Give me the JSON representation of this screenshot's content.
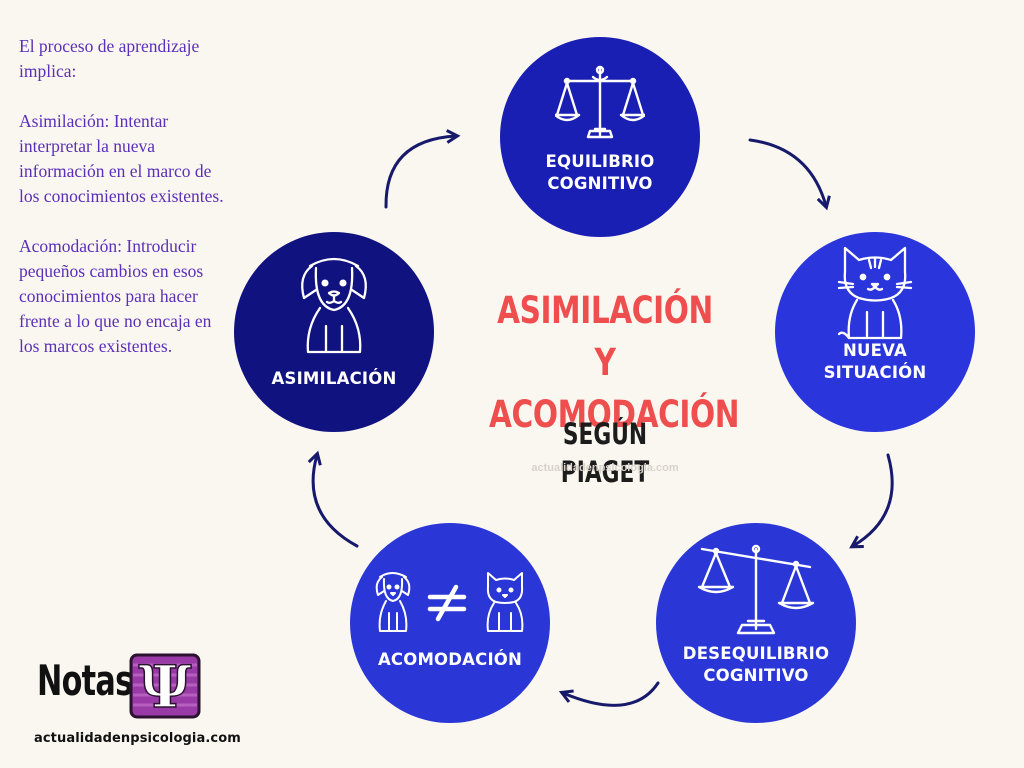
{
  "side_text": {
    "intro": "El proceso de aprendizaje implica:",
    "asimilacion": "Asimilación: Intentar interpretar la nueva información en el marco de los conocimientos existentes.",
    "acomodacion": "Acomodación: Introducir pequeños cambios en esos conocimientos para hacer frente a lo que no encaja en los marcos existentes."
  },
  "title": {
    "line1": "ASIMILACIÓN Y",
    "line2": "ACOMODACIÓN",
    "subtitle": "SEGÚN PIAGET",
    "watermark": "actualidadenpsicologia.com"
  },
  "nodes": {
    "equilibrio": {
      "line1": "EQUILIBRIO",
      "line2": "COGNITIVO",
      "icon": "balanced-scale-icon",
      "color": "#1a1fb3"
    },
    "nueva": {
      "line1": "NUEVA",
      "line2": "SITUACIÓN",
      "icon": "cat-icon",
      "color": "#2b35dc"
    },
    "desequilibrio": {
      "line1": "DESEQUILIBRIO",
      "line2": "COGNITIVO",
      "icon": "tilted-scale-icon",
      "color": "#2a37d6"
    },
    "acomodacion": {
      "label": "ACOMODACIÓN",
      "icon": "dog-not-equal-cat-icon",
      "color": "#2a37d6"
    },
    "asimilacion": {
      "label": "ASIMILACIÓN",
      "icon": "dog-icon",
      "color": "#10127f"
    }
  },
  "logo": {
    "wordmark": "Notas",
    "symbol": "Ψ",
    "url": "actualidadenpsicologia.com",
    "symbol_color": "#9a3aa6"
  },
  "colors": {
    "background": "#faf7f1",
    "side_text": "#5b2fb8",
    "title_red": "#ef4e4e",
    "arrow": "#171a6b"
  }
}
